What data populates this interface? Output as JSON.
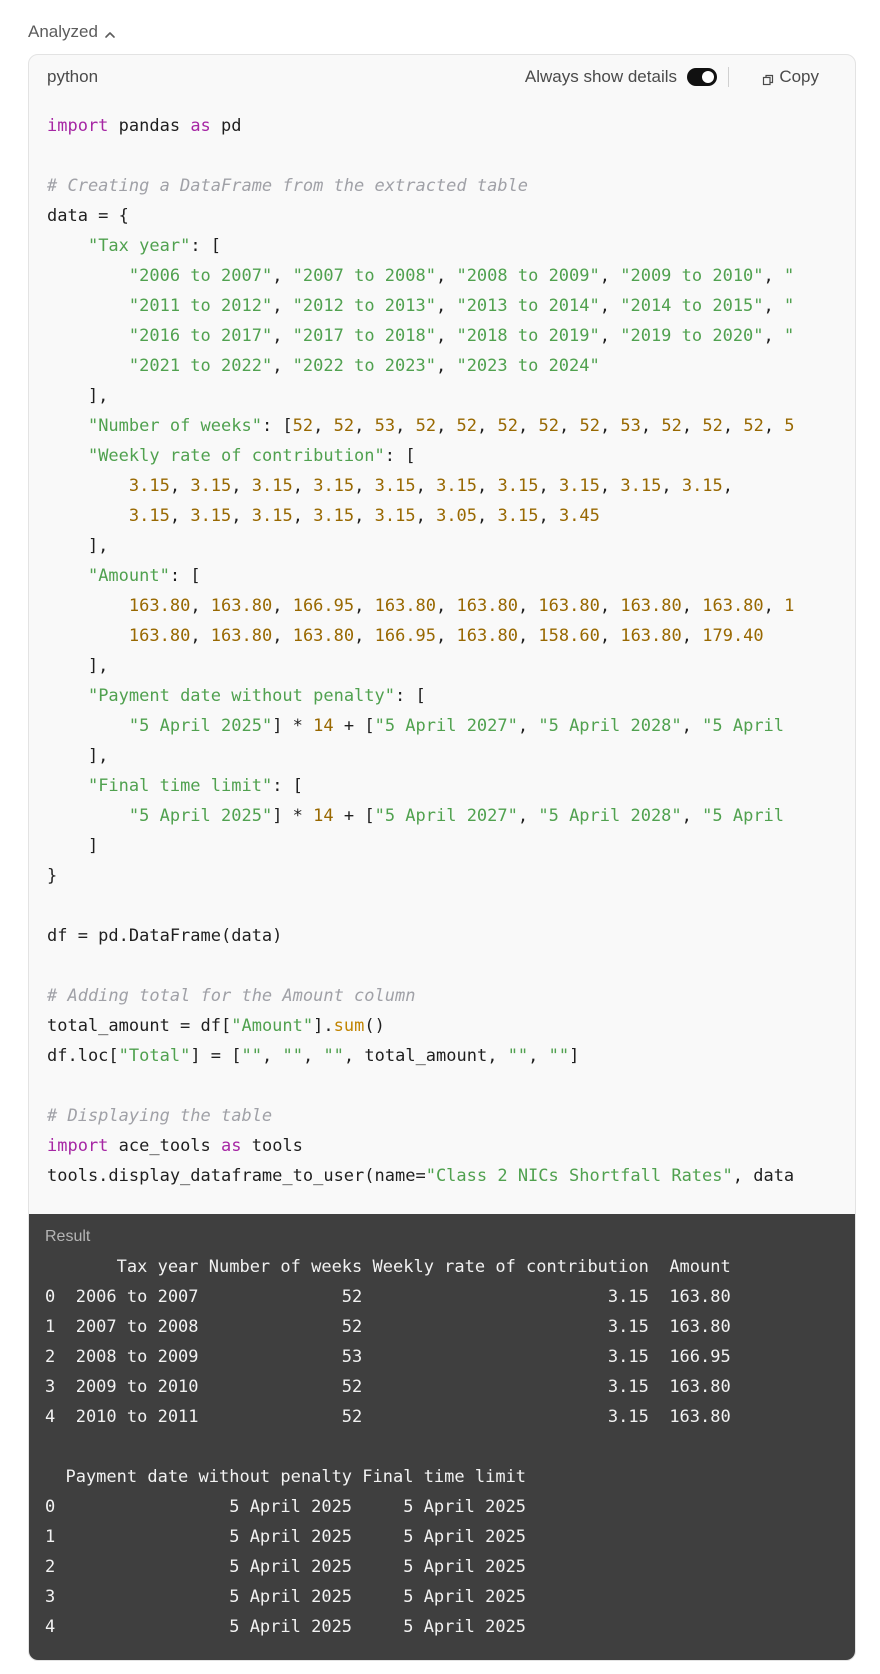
{
  "status": {
    "label": "Analyzed",
    "chevron_icon": "chevron-up-icon"
  },
  "code_block": {
    "language": "python",
    "details_label": "Always show details",
    "details_toggle_on": true,
    "copy_label": "Copy",
    "copy_icon": "copy-icon",
    "lines": [
      "import pandas as pd",
      "",
      "# Creating a DataFrame from the extracted table",
      "data = {",
      "    \"Tax year\": [",
      "        \"2006 to 2007\", \"2007 to 2008\", \"2008 to 2009\", \"2009 to 2010\", \"",
      "        \"2011 to 2012\", \"2012 to 2013\", \"2013 to 2014\", \"2014 to 2015\", \"",
      "        \"2016 to 2017\", \"2017 to 2018\", \"2018 to 2019\", \"2019 to 2020\", \"",
      "        \"2021 to 2022\", \"2022 to 2023\", \"2023 to 2024\"",
      "    ],",
      "    \"Number of weeks\": [52, 52, 53, 52, 52, 52, 52, 52, 53, 52, 52, 52, 5",
      "    \"Weekly rate of contribution\": [",
      "        3.15, 3.15, 3.15, 3.15, 3.15, 3.15, 3.15, 3.15, 3.15, 3.15,",
      "        3.15, 3.15, 3.15, 3.15, 3.15, 3.05, 3.15, 3.45",
      "    ],",
      "    \"Amount\": [",
      "        163.80, 163.80, 166.95, 163.80, 163.80, 163.80, 163.80, 163.80, 1",
      "        163.80, 163.80, 163.80, 166.95, 163.80, 158.60, 163.80, 179.40",
      "    ],",
      "    \"Payment date without penalty\": [",
      "        \"5 April 2025\"] * 14 + [\"5 April 2027\", \"5 April 2028\", \"5 April",
      "    ],",
      "    \"Final time limit\": [",
      "        \"5 April 2025\"] * 14 + [\"5 April 2027\", \"5 April 2028\", \"5 April",
      "    ]",
      "}",
      "",
      "df = pd.DataFrame(data)",
      "",
      "# Adding total for the Amount column",
      "total_amount = df[\"Amount\"].sum()",
      "df.loc[\"Total\"] = [\"\", \"\", \"\", total_amount, \"\", \"\"]",
      "",
      "# Displaying the table",
      "import ace_tools as tools",
      "tools.display_dataframe_to_user(name=\"Class 2 NICs Shortfall Rates\", data"
    ]
  },
  "result": {
    "label": "Result",
    "lines": [
      "       Tax year Number of weeks Weekly rate of contribution  Amount",
      "0  2006 to 2007              52                        3.15  163.80",
      "1  2007 to 2008              52                        3.15  163.80",
      "2  2008 to 2009              53                        3.15  166.95",
      "3  2009 to 2010              52                        3.15  163.80",
      "4  2010 to 2011              52                        3.15  163.80",
      "",
      "  Payment date without penalty Final time limit",
      "0                 5 April 2025     5 April 2025",
      "1                 5 April 2025     5 April 2025",
      "2                 5 April 2025     5 April 2025",
      "3                 5 April 2025     5 April 2025",
      "4                 5 April 2025     5 April 2025"
    ]
  }
}
